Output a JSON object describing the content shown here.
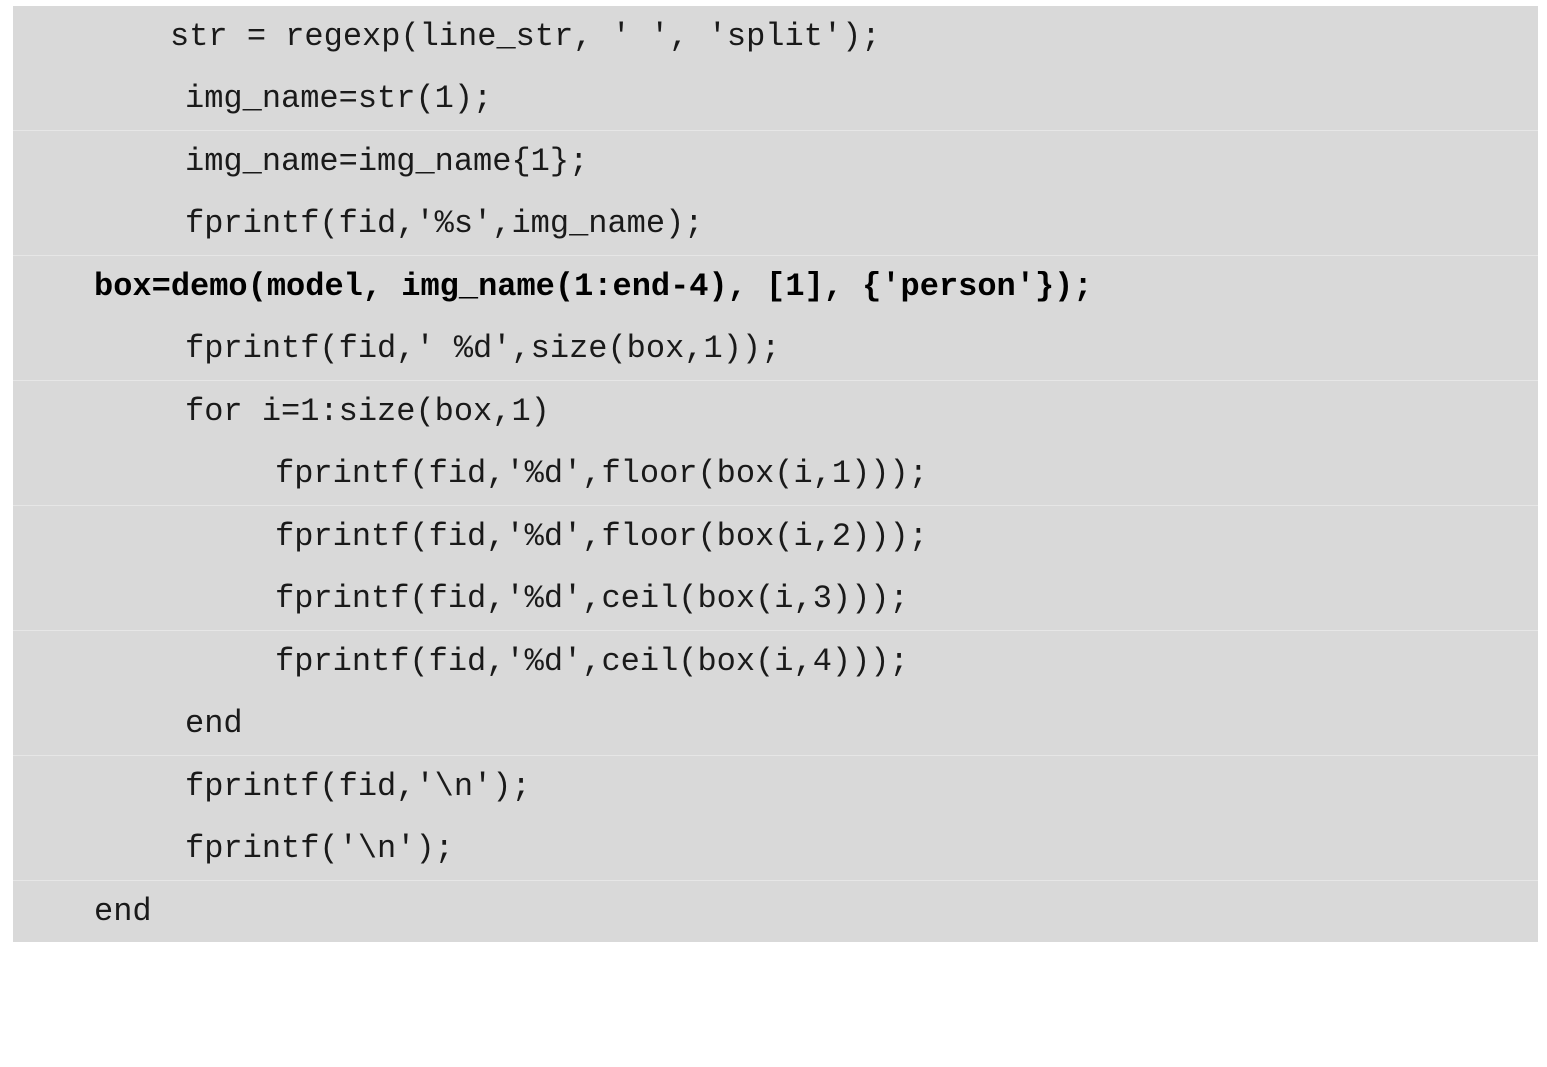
{
  "code": {
    "lines": [
      "str = regexp(line_str, ' ', 'split');",
      "img_name=str(1);",
      "img_name=img_name{1};",
      "fprintf(fid,'%s',img_name);",
      "box=demo(model, img_name(1:end-4), [1], {'person'});",
      "fprintf(fid,' %d',size(box,1));",
      "for i=1:size(box,1)",
      "fprintf(fid,'%d',floor(box(i,1)));",
      "fprintf(fid,'%d',floor(box(i,2)));",
      "fprintf(fid,'%d',ceil(box(i,3)));",
      "fprintf(fid,'%d',ceil(box(i,4)));",
      "end",
      "fprintf(fid,'\\n');",
      "fprintf('\\n');",
      "end"
    ]
  }
}
